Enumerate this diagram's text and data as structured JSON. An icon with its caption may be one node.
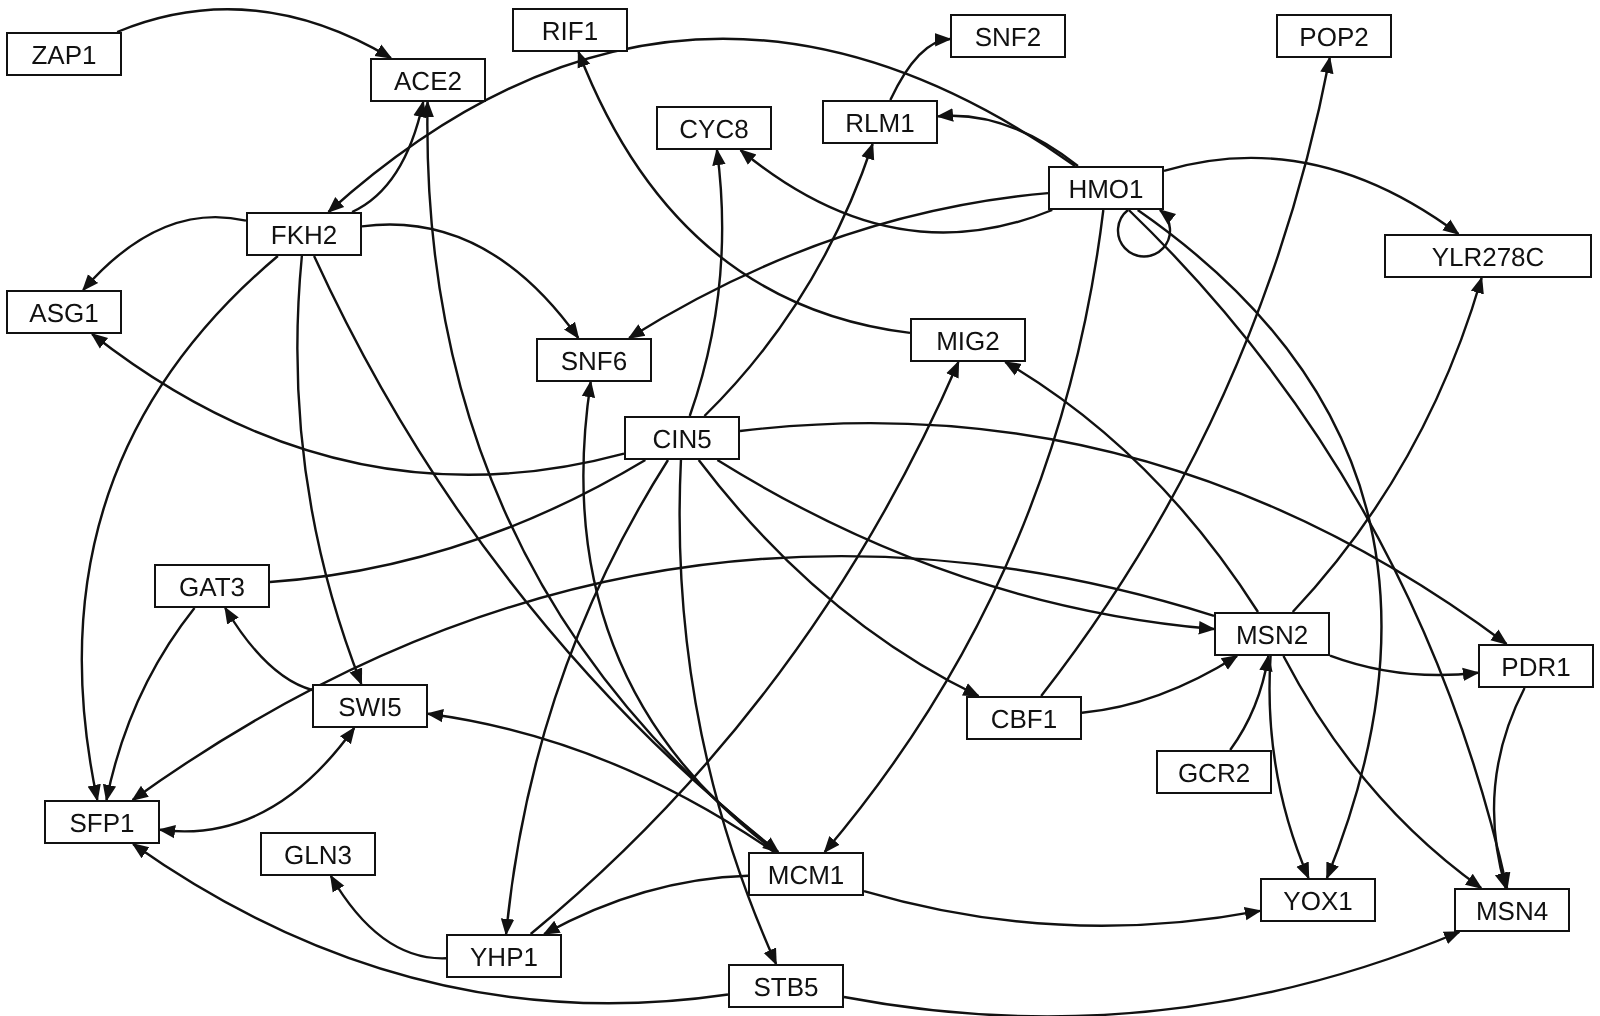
{
  "diagram": {
    "nodes": [
      {
        "text": [
          "ZAP1"
        ]
      },
      {
        "text": [
          "ACE2"
        ]
      },
      {
        "text": [
          "RIF1"
        ]
      },
      {
        "text": [
          "SNF2"
        ]
      },
      {
        "text": [
          "POP2"
        ]
      },
      {
        "text": [
          "CYC8"
        ]
      },
      {
        "text": [
          "RLM1"
        ]
      },
      {
        "text": [
          "HMO1"
        ]
      },
      {
        "text": [
          "FKH2"
        ]
      },
      {
        "text": [
          "YLR278C"
        ]
      },
      {
        "text": [
          "ASG1"
        ]
      },
      {
        "text": [
          "SNF6"
        ]
      },
      {
        "text": [
          "MIG2"
        ]
      },
      {
        "text": [
          "CIN5"
        ]
      },
      {
        "text": [
          "GAT3"
        ]
      },
      {
        "text": [
          "MSN2"
        ]
      },
      {
        "text": [
          "PDR1"
        ]
      },
      {
        "text": [
          "SWI5"
        ]
      },
      {
        "text": [
          "CBF1"
        ]
      },
      {
        "text": [
          "GCR2"
        ]
      },
      {
        "text": [
          "SFP1"
        ]
      },
      {
        "text": [
          "GLN3"
        ]
      },
      {
        "text": [
          "MCM1"
        ]
      },
      {
        "text": [
          "YOX1"
        ]
      },
      {
        "text": [
          "MSN4"
        ]
      },
      {
        "text": [
          "YHP1"
        ]
      },
      {
        "text": [
          "STB5"
        ]
      }
    ],
    "edges": [
      {
        "from": 0,
        "to": 1,
        "arrow": "to"
      },
      {
        "from": 8,
        "to": 1,
        "arrow": "to"
      },
      {
        "from": 8,
        "to": 10,
        "arrow": "to"
      },
      {
        "from": 8,
        "to": 11,
        "arrow": "to"
      },
      {
        "from": 8,
        "to": 17,
        "arrow": "to"
      },
      {
        "from": 8,
        "to": 20,
        "arrow": "to"
      },
      {
        "from": 8,
        "to": 22,
        "arrow": "to"
      },
      {
        "from": 22,
        "to": 1,
        "arrow": "to"
      },
      {
        "from": 7,
        "to": 8,
        "arrow": "to"
      },
      {
        "from": 7,
        "to": 6,
        "arrow": "to"
      },
      {
        "from": 6,
        "to": 3,
        "arrow": "to"
      },
      {
        "from": 7,
        "to": 5,
        "arrow": "to"
      },
      {
        "from": 7,
        "to": 9,
        "arrow": "to"
      },
      {
        "from": 7,
        "to": 7,
        "arrow": "to"
      },
      {
        "from": 7,
        "to": 11,
        "arrow": "to"
      },
      {
        "from": 7,
        "to": 22,
        "arrow": "to"
      },
      {
        "from": 7,
        "to": 24,
        "arrow": "to"
      },
      {
        "from": 7,
        "to": 23,
        "arrow": "to"
      },
      {
        "from": 12,
        "to": 2,
        "arrow": "to"
      },
      {
        "from": 13,
        "to": 5,
        "arrow": "to"
      },
      {
        "from": 13,
        "to": 6,
        "arrow": "to"
      },
      {
        "from": 13,
        "to": 10,
        "arrow": "to"
      },
      {
        "from": 13,
        "to": 18,
        "arrow": "to"
      },
      {
        "from": 13,
        "to": 25,
        "arrow": "to"
      },
      {
        "from": 13,
        "to": 15,
        "arrow": "to"
      },
      {
        "from": 14,
        "to": 13,
        "arrow": "none"
      },
      {
        "from": 13,
        "to": 26,
        "arrow": "to"
      },
      {
        "from": 13,
        "to": 16,
        "arrow": "to"
      },
      {
        "from": 15,
        "to": 12,
        "arrow": "to"
      },
      {
        "from": 25,
        "to": 12,
        "arrow": "to"
      },
      {
        "from": 15,
        "to": 9,
        "arrow": "to"
      },
      {
        "from": 15,
        "to": 16,
        "arrow": "to"
      },
      {
        "from": 15,
        "to": 24,
        "arrow": "to"
      },
      {
        "from": 15,
        "to": 23,
        "arrow": "to"
      },
      {
        "from": 19,
        "to": 15,
        "arrow": "to"
      },
      {
        "from": 18,
        "to": 15,
        "arrow": "to"
      },
      {
        "from": 18,
        "to": 4,
        "arrow": "to"
      },
      {
        "from": 15,
        "to": 20,
        "arrow": "to"
      },
      {
        "from": 17,
        "to": 14,
        "arrow": "to"
      },
      {
        "from": 20,
        "to": 17,
        "arrow": "both"
      },
      {
        "from": 14,
        "to": 20,
        "arrow": "to"
      },
      {
        "from": 22,
        "to": 17,
        "arrow": "to"
      },
      {
        "from": 22,
        "to": 23,
        "arrow": "to"
      },
      {
        "from": 22,
        "to": 25,
        "arrow": "to"
      },
      {
        "from": 25,
        "to": 21,
        "arrow": "to"
      },
      {
        "from": 26,
        "to": 20,
        "arrow": "to"
      },
      {
        "from": 26,
        "to": 24,
        "arrow": "to"
      },
      {
        "from": 16,
        "to": 24,
        "arrow": "to"
      },
      {
        "from": 22,
        "to": 11,
        "arrow": "to"
      }
    ]
  }
}
